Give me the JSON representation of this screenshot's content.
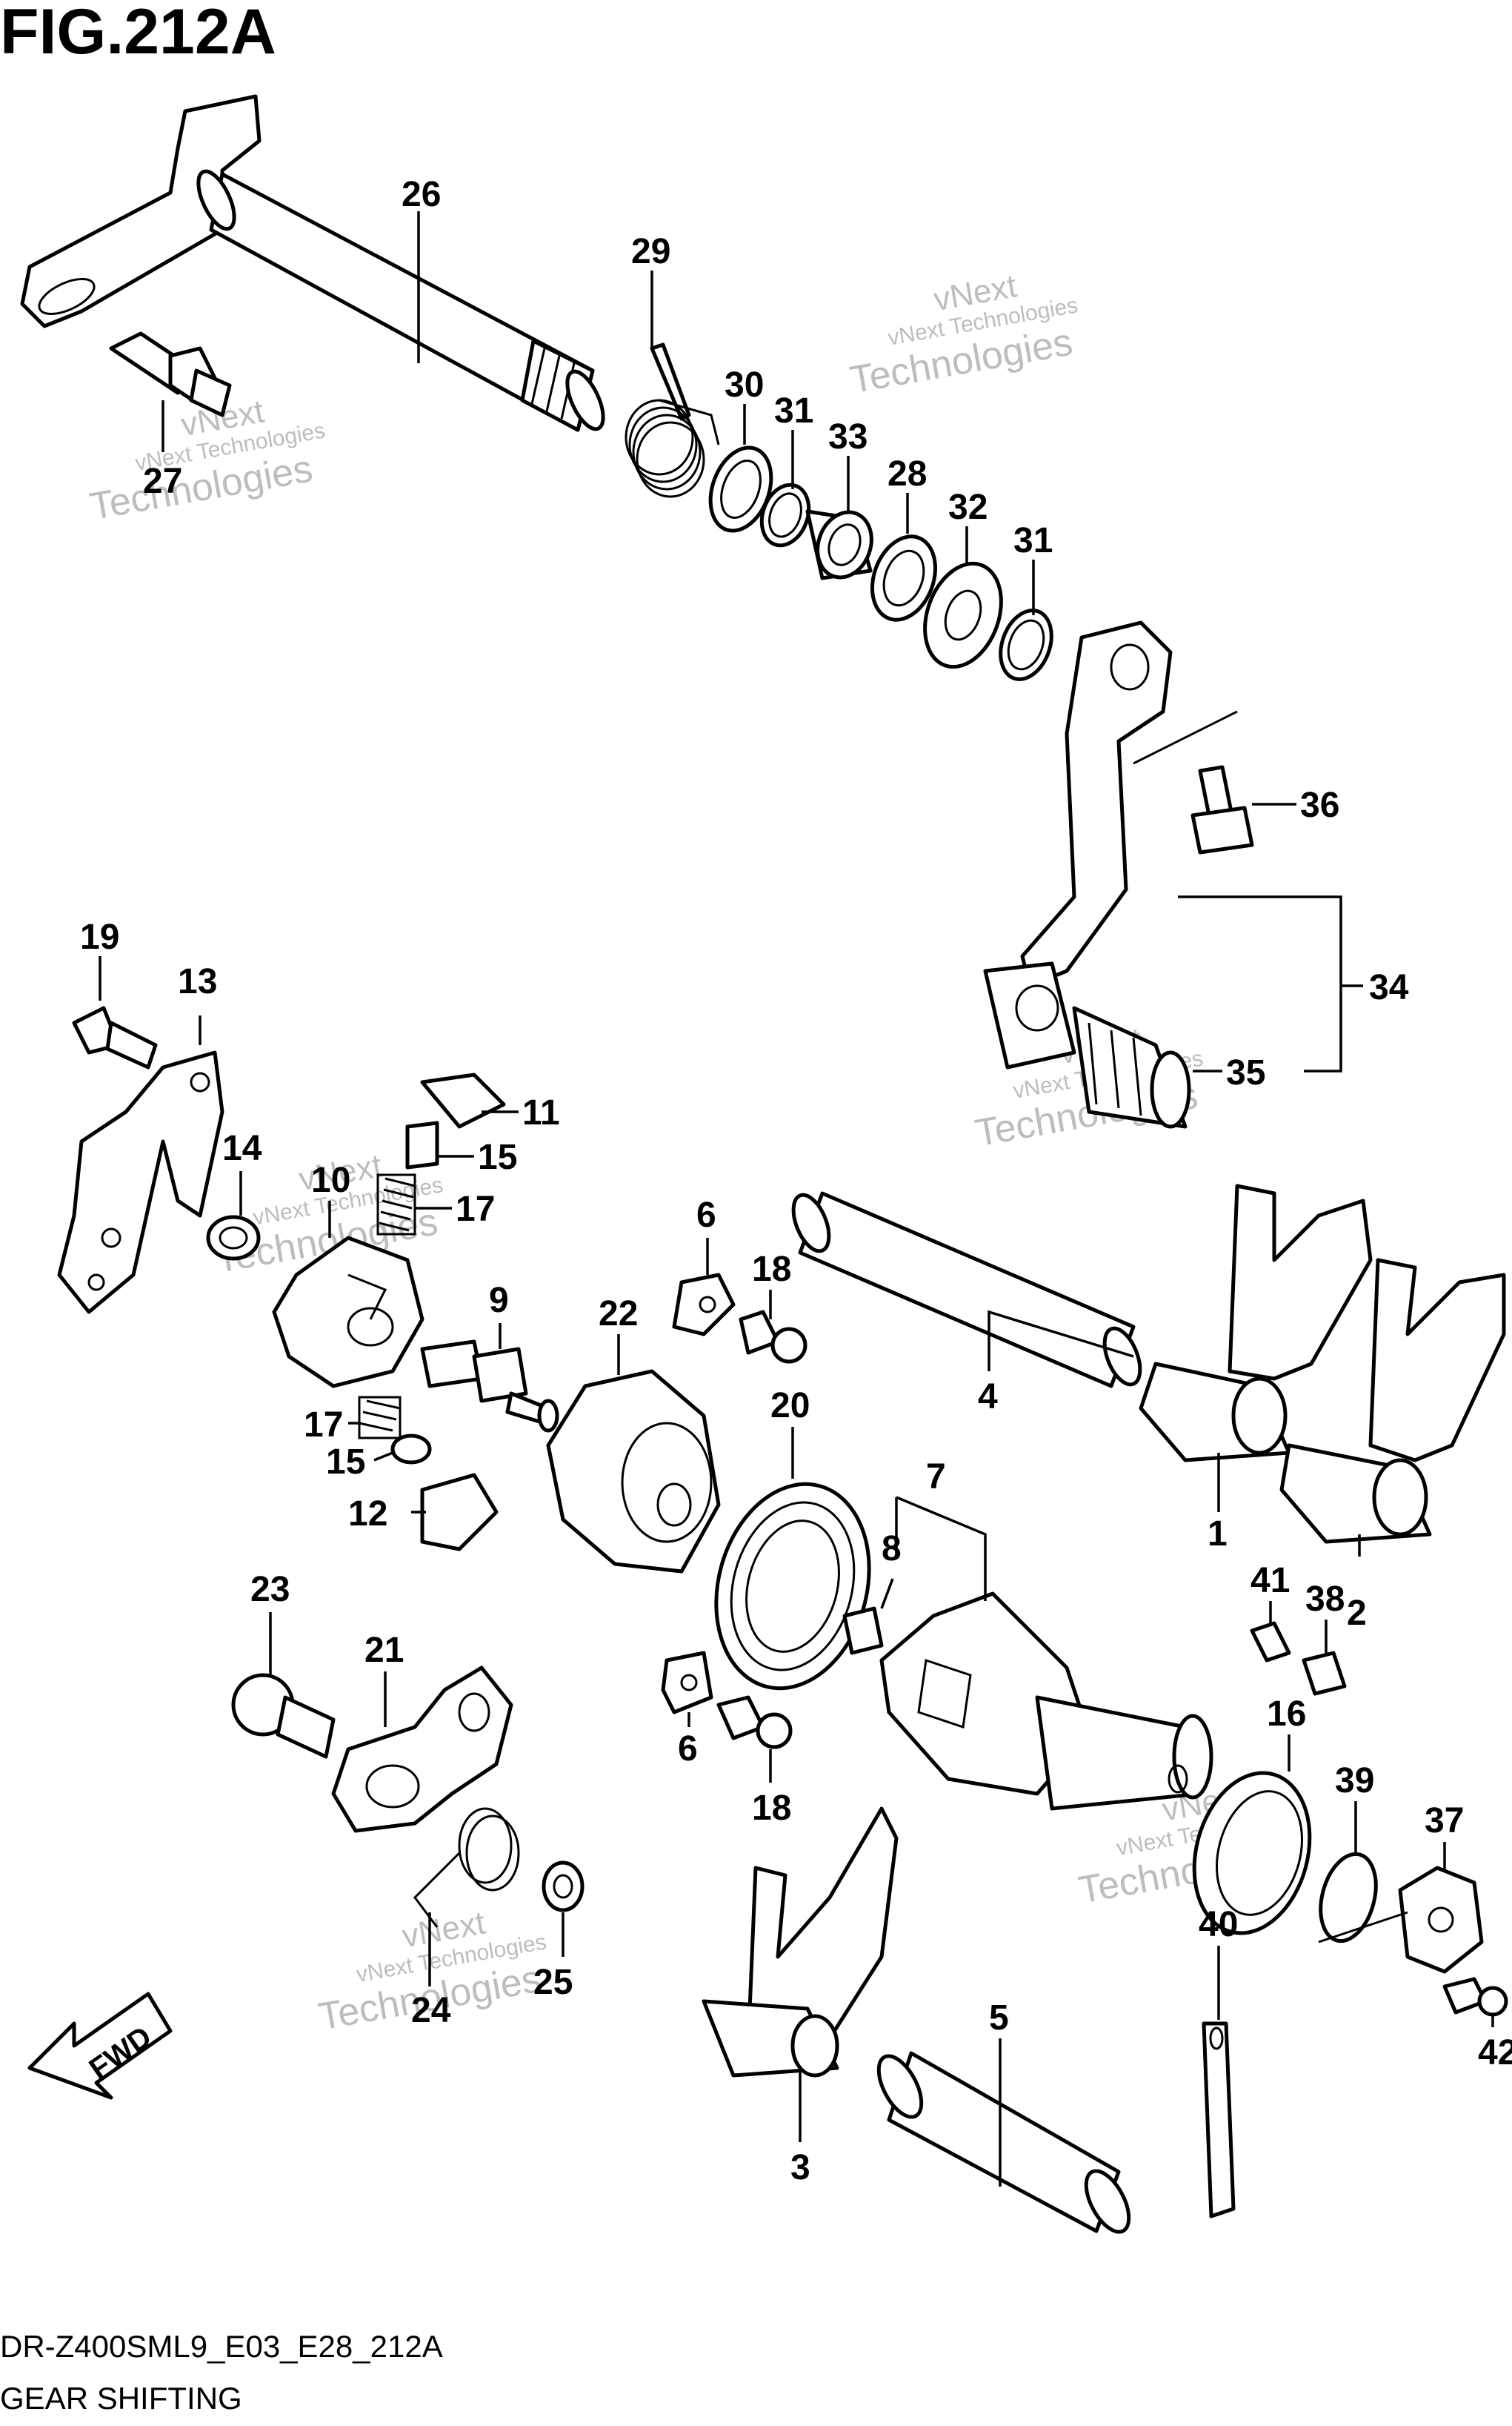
{
  "figure": {
    "title": "FIG.212A",
    "model_code": "DR-Z400SML9_E03_E28_212A",
    "section_name": "GEAR SHIFTING"
  },
  "watermark": {
    "line1": "vNext",
    "line2": "vNext Technologies",
    "line3": "Technologies"
  },
  "direction_indicator": {
    "label": "FWD"
  },
  "callouts": [
    "26",
    "29",
    "27",
    "30",
    "31",
    "33",
    "28",
    "32",
    "31",
    "36",
    "34",
    "35",
    "19",
    "13",
    "11",
    "15",
    "17",
    "14",
    "10",
    "6",
    "18",
    "9",
    "22",
    "4",
    "17",
    "15",
    "12",
    "20",
    "7",
    "8",
    "1",
    "41",
    "38",
    "2",
    "23",
    "21",
    "6",
    "18",
    "16",
    "39",
    "37",
    "40",
    "24",
    "25",
    "5",
    "42",
    "3"
  ]
}
